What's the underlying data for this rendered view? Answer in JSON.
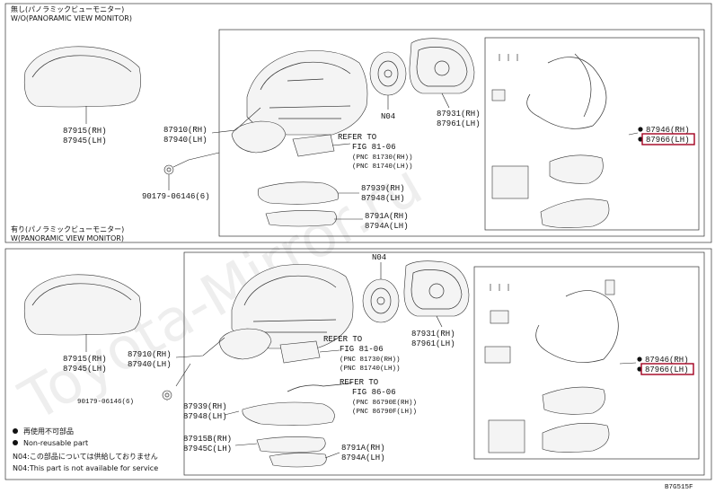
{
  "watermark": "Toyota-Mirror.ru",
  "figure_code": "B7G515F",
  "sections": {
    "top": {
      "header_jp": "無し(パノラミックビューモニター)",
      "header_en": "W/O(PANORAMIC VIEW MONITOR)"
    },
    "bottom": {
      "header_jp": "有り(パノラミックビューモニター)",
      "header_en": "W(PANORAMIC VIEW MONITOR)"
    }
  },
  "top_labels": {
    "cover": [
      "87915(RH)",
      "87945(LH)"
    ],
    "mirror_assy": [
      "87910(RH)",
      "87940(LH)"
    ],
    "bolt": "90179-06146(6)",
    "motor": "N04",
    "glass": [
      "87931(RH)",
      "87961(LH)"
    ],
    "refer": [
      "REFER TO",
      "FIG 81-06",
      "(PNC 81730(RH))",
      "(PNC 81740(LH))"
    ],
    "lamp": [
      "87939(RH)",
      "87948(LH)"
    ],
    "base": [
      "8791A(RH)",
      "8794A(LH)"
    ],
    "kit": [
      "87946(RH)",
      "87966(LH)"
    ]
  },
  "bottom_labels": {
    "cover": [
      "87915(RH)",
      "87945(LH)"
    ],
    "mirror_assy": [
      "87910(RH)",
      "87940(LH)"
    ],
    "bolt": "90179-06146(6)",
    "motor": "N04",
    "glass": [
      "87931(RH)",
      "87961(LH)"
    ],
    "refer1": [
      "REFER TO",
      "FIG 81-06",
      "(PNC 81730(RH))",
      "(PNC 81740(LH))"
    ],
    "refer2": [
      "REFER TO",
      "FIG 86-06",
      "(PNC 86790E(RH))",
      "(PNC 86790F(LH))"
    ],
    "lamp": [
      "87939(RH)",
      "87948(LH)"
    ],
    "cover2": [
      "87915B(RH)",
      "87945C(LH)"
    ],
    "base": [
      "8791A(RH)",
      "8794A(LH)"
    ],
    "kit": [
      "87946(RH)",
      "87966(LH)"
    ]
  },
  "legend": {
    "nonreuse_jp": "再使用不可部品",
    "nonreuse_en": "Non-reusable part",
    "n04_jp": "N04:この部品については供給しておりません",
    "n04_en": "N04:This part is not available for service"
  },
  "colors": {
    "highlight": "#a3001f"
  }
}
